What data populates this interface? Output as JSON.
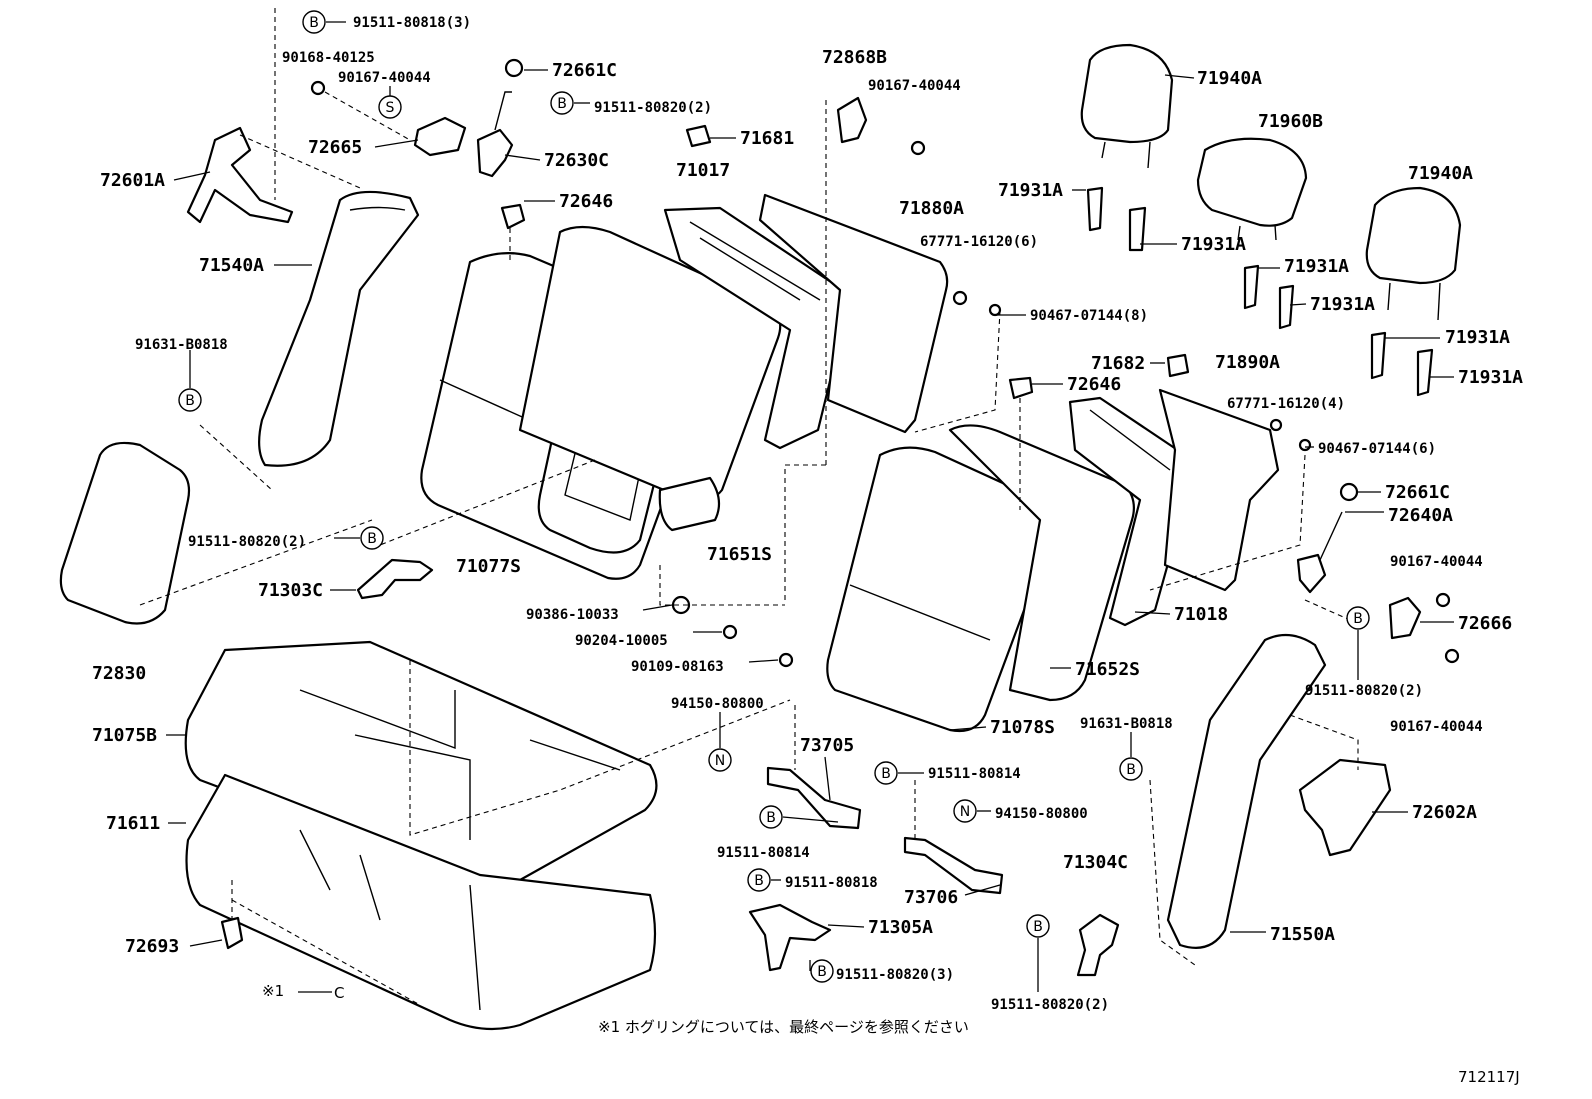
{
  "diagram": {
    "parts": [
      {
        "id": "p01",
        "text": "91511-80818(3)",
        "marker": "B",
        "size": "sm"
      },
      {
        "id": "p02",
        "text": "90168-40125",
        "size": "sm"
      },
      {
        "id": "p03",
        "text": "90167-40044",
        "marker": "S",
        "size": "sm"
      },
      {
        "id": "p04",
        "text": "72661C",
        "size": "big"
      },
      {
        "id": "p05",
        "text": "91511-80820(2)",
        "marker": "B",
        "size": "sm"
      },
      {
        "id": "p06",
        "text": "72665",
        "size": "big"
      },
      {
        "id": "p07",
        "text": "72630C",
        "size": "big"
      },
      {
        "id": "p08",
        "text": "72601A",
        "size": "big"
      },
      {
        "id": "p09",
        "text": "72868B",
        "size": "big"
      },
      {
        "id": "p10",
        "text": "90167-40044",
        "size": "sm"
      },
      {
        "id": "p11",
        "text": "71681",
        "size": "big"
      },
      {
        "id": "p12",
        "text": "71017",
        "size": "big"
      },
      {
        "id": "p13",
        "text": "72646",
        "size": "big"
      },
      {
        "id": "p14",
        "text": "71540A",
        "size": "big"
      },
      {
        "id": "p15",
        "text": "71880A",
        "size": "big"
      },
      {
        "id": "p16",
        "text": "67771-16120(6)",
        "size": "sm"
      },
      {
        "id": "p17",
        "text": "90467-07144(8)",
        "size": "sm"
      },
      {
        "id": "p18",
        "text": "71940A",
        "size": "big"
      },
      {
        "id": "p19",
        "text": "71960B",
        "size": "big"
      },
      {
        "id": "p20",
        "text": "71931A",
        "size": "big"
      },
      {
        "id": "p21",
        "text": "71931A",
        "size": "big"
      },
      {
        "id": "p22",
        "text": "71940A",
        "size": "big"
      },
      {
        "id": "p23",
        "text": "71931A",
        "size": "big"
      },
      {
        "id": "p24",
        "text": "71931A",
        "size": "big"
      },
      {
        "id": "p25",
        "text": "71931A",
        "size": "big"
      },
      {
        "id": "p26",
        "text": "71931A",
        "size": "big"
      },
      {
        "id": "p27",
        "text": "91631-B0818",
        "marker": "B",
        "size": "sm"
      },
      {
        "id": "p28",
        "text": "71682",
        "size": "big"
      },
      {
        "id": "p29",
        "text": "72646",
        "size": "big"
      },
      {
        "id": "p30",
        "text": "71890A",
        "size": "big"
      },
      {
        "id": "p31",
        "text": "67771-16120(4)",
        "size": "sm"
      },
      {
        "id": "p32",
        "text": "90467-07144(6)",
        "size": "sm"
      },
      {
        "id": "p33",
        "text": "72661C",
        "size": "big"
      },
      {
        "id": "p34",
        "text": "72640A",
        "size": "big"
      },
      {
        "id": "p35",
        "text": "91511-80820(2)",
        "marker": "B",
        "size": "sm"
      },
      {
        "id": "p36",
        "text": "71303C",
        "size": "big"
      },
      {
        "id": "p37",
        "text": "71077S",
        "size": "big"
      },
      {
        "id": "p38",
        "text": "71651S",
        "size": "big"
      },
      {
        "id": "p39",
        "text": "90386-10033",
        "size": "sm"
      },
      {
        "id": "p40",
        "text": "90204-10005",
        "size": "sm"
      },
      {
        "id": "p41",
        "text": "90109-08163",
        "size": "sm"
      },
      {
        "id": "p42",
        "text": "72830",
        "size": "big"
      },
      {
        "id": "p43",
        "text": "71018",
        "size": "big"
      },
      {
        "id": "p44",
        "text": "90167-40044",
        "size": "sm"
      },
      {
        "id": "p45",
        "text": "72666",
        "size": "big"
      },
      {
        "id": "p46",
        "text": "71652S",
        "size": "big"
      },
      {
        "id": "p47",
        "text": "91511-80820(2)",
        "marker": "B",
        "size": "sm"
      },
      {
        "id": "p48",
        "text": "90167-40044",
        "size": "sm"
      },
      {
        "id": "p49",
        "text": "94150-80800",
        "marker": "N",
        "size": "sm"
      },
      {
        "id": "p50",
        "text": "73705",
        "size": "big"
      },
      {
        "id": "p51",
        "text": "71078S",
        "size": "big"
      },
      {
        "id": "p52",
        "text": "91631-B0818",
        "marker": "B",
        "size": "sm"
      },
      {
        "id": "p53",
        "text": "71075B",
        "size": "big"
      },
      {
        "id": "p54",
        "text": "91511-80814",
        "marker": "B",
        "size": "sm"
      },
      {
        "id": "p55",
        "text": "94150-80800",
        "marker": "N",
        "size": "sm"
      },
      {
        "id": "p56",
        "text": "72602A",
        "size": "big"
      },
      {
        "id": "p57",
        "text": "71611",
        "size": "big"
      },
      {
        "id": "p58",
        "text": "91511-80814",
        "marker": "B",
        "size": "sm"
      },
      {
        "id": "p59",
        "text": "91511-80818",
        "marker": "B",
        "size": "sm"
      },
      {
        "id": "p60",
        "text": "73706",
        "size": "big"
      },
      {
        "id": "p61",
        "text": "71304C",
        "size": "big"
      },
      {
        "id": "p62",
        "text": "71305A",
        "size": "big"
      },
      {
        "id": "p63",
        "text": "72693",
        "size": "big"
      },
      {
        "id": "p64",
        "text": "91511-80820(3)",
        "marker": "B",
        "size": "sm"
      },
      {
        "id": "p65",
        "text": "71550A",
        "size": "big"
      },
      {
        "id": "p66",
        "text": "91511-80820(2)",
        "marker": "B",
        "size": "sm"
      }
    ],
    "callout_note": {
      "marker": "※1",
      "letter": "C"
    },
    "footnote": "※1  ホグリングについては、最終ページを参照ください",
    "figure_code": "712117J"
  }
}
